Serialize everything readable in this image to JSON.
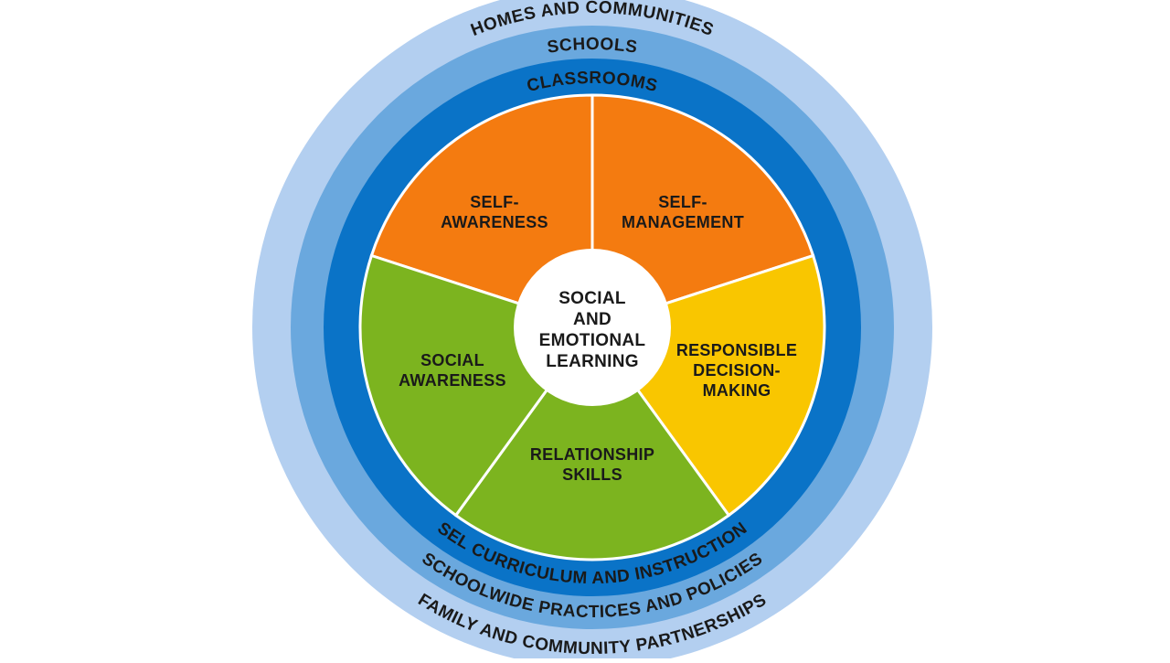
{
  "rings": {
    "outer_top": "HOMES AND COMMUNITIES",
    "middle_top": "SCHOOLS",
    "inner_top": "CLASSROOMS",
    "outer_bottom": "FAMILY AND COMMUNITY PARTNERSHIPS",
    "middle_bottom": "SCHOOLWIDE PRACTICES AND POLICIES",
    "inner_bottom": "SEL CURRICULUM AND INSTRUCTION"
  },
  "center": {
    "lines": [
      "SOCIAL",
      "AND",
      "EMOTIONAL",
      "LEARNING"
    ]
  },
  "segments": [
    {
      "key": "self-awareness",
      "lines": [
        "SELF-",
        "AWARENESS"
      ],
      "color": "#f47b10"
    },
    {
      "key": "self-management",
      "lines": [
        "SELF-",
        "MANAGEMENT"
      ],
      "color": "#f47b10"
    },
    {
      "key": "responsible-decision-making",
      "lines": [
        "RESPONSIBLE",
        "DECISION-",
        "MAKING"
      ],
      "color": "#f9c600"
    },
    {
      "key": "relationship-skills",
      "lines": [
        "RELATIONSHIP",
        "SKILLS"
      ],
      "color": "#7cb41f"
    },
    {
      "key": "social-awareness",
      "lines": [
        "SOCIAL",
        "AWARENESS"
      ],
      "color": "#7cb41f"
    }
  ],
  "colors": {
    "outer_ring": "#b3cff0",
    "middle_ring": "#6aa8de",
    "inner_ring": "#0a73c7",
    "center": "#ffffff"
  }
}
